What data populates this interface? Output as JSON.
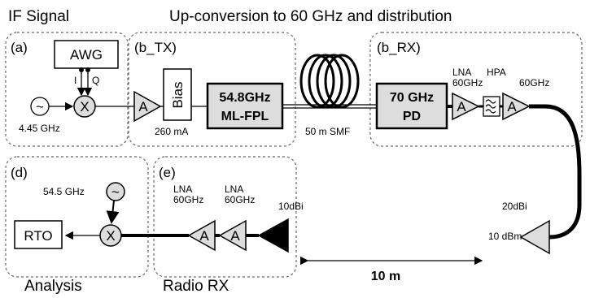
{
  "headers": {
    "if_signal": "IF Signal",
    "upconversion": "Up-conversion to 60 GHz and distribution",
    "analysis": "Analysis",
    "radio_rx": "Radio RX"
  },
  "sections": {
    "a": "(a)",
    "b_tx": "(b_TX)",
    "b_rx": "(b_RX)",
    "d": "(d)",
    "e": "(e)"
  },
  "blocks": {
    "awg": "AWG",
    "i": "I",
    "q": "Q",
    "lo_freq": "4.45 GHz",
    "bias": "Bias",
    "bias_current": "260 mA",
    "laser_line1": "54.8GHz",
    "laser_line2": "ML-FPL",
    "fiber": "50 m SMF",
    "pd_line1": "70 GHz",
    "pd_line2": "PD",
    "lna_tx_line1": "LNA",
    "lna_tx_line2": "60GHz",
    "hpa_line1": "HPA",
    "hpa_line2": "60GHz",
    "tx_antenna_gain": "20dBi",
    "tx_power": "10 dBm",
    "distance": "10 m",
    "rx_antenna_gain": "10dBi",
    "lna1_line1": "LNA",
    "lna1_line2": "60GHz",
    "lna2_line1": "LNA",
    "lna2_line2": "60GHz",
    "rx_lo_freq": "54.5 GHz",
    "rto": "RTO",
    "amp_symbol": "A",
    "mixer_symbol": "X",
    "osc_symbol": "~"
  }
}
